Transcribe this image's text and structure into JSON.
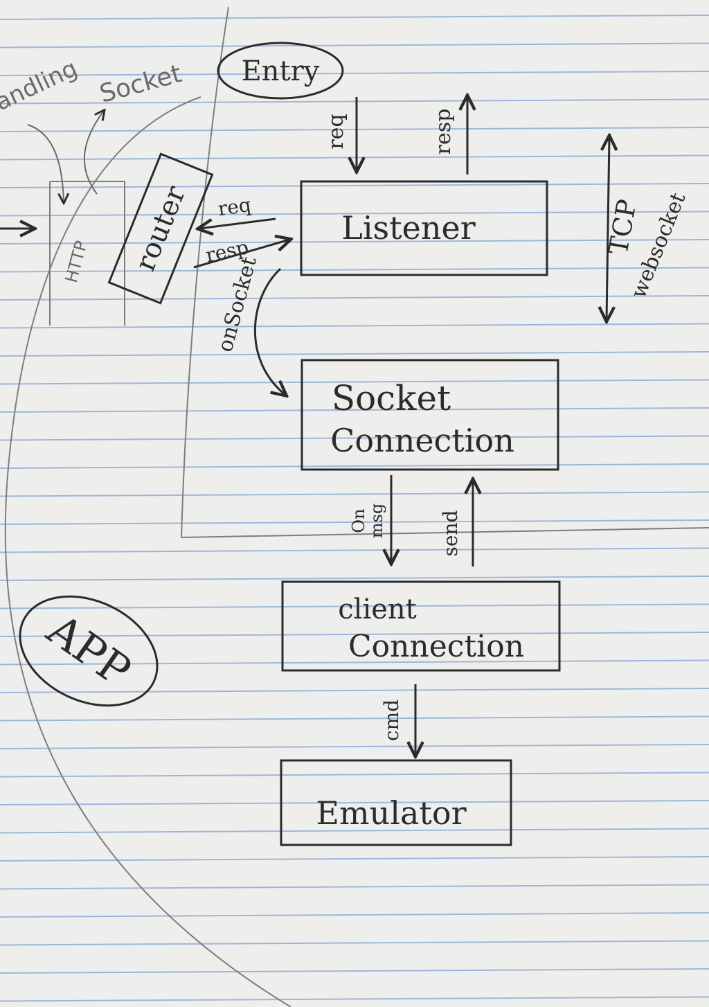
{
  "colors": {
    "paper": "#eeeeec",
    "rule_line": "#9fb6d9",
    "ink": "#2b2b2b",
    "pencil": "#6a6a6a"
  },
  "nodes": {
    "entry": "Entry",
    "listener": "Listener",
    "socket_connection_line1": "Socket",
    "socket_connection_line2": "Connection",
    "client_connection_line1": "client",
    "client_connection_line2": "Connection",
    "emulator": "Emulator",
    "router": "router",
    "app": "APP"
  },
  "edges": {
    "entry_req": "req",
    "entry_resp": "resp",
    "router_req": "req",
    "router_resp": "resp",
    "on_socket": "onSocket",
    "on_msg_line1": "On",
    "on_msg_line2": "msg",
    "send": "send",
    "cmd": "cmd",
    "tcp": "TCP",
    "websocket": "websocket"
  },
  "pencil_notes": {
    "handling": "andling",
    "socket": "Socket",
    "http": "HTTP"
  }
}
